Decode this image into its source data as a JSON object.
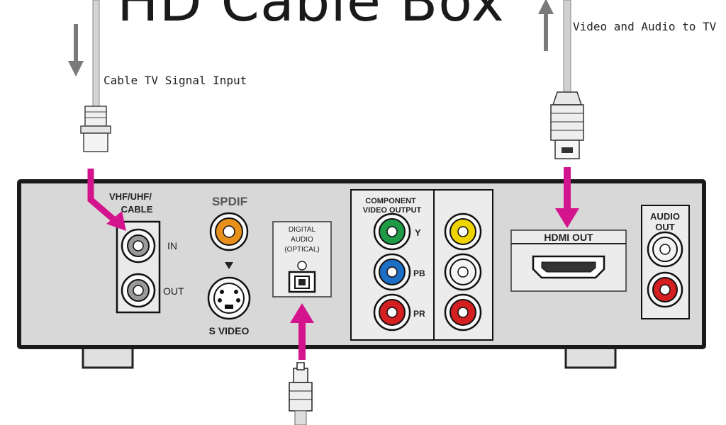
{
  "title": "HD Cable Box",
  "labels": {
    "cable_input": "Cable TV Signal Input",
    "video_audio": "Video and Audio to TV"
  },
  "panel": {
    "vhf_line1": "VHF/UHF/",
    "vhf_line2": "CABLE",
    "in": "IN",
    "out": "OUT",
    "spdif": "SPDIF",
    "svideo": "S VIDEO",
    "digital_line1": "DIGITAL",
    "digital_line2": "AUDIO",
    "digital_line3": "(OPTICAL)",
    "component_line1": "COMPONENT",
    "component_line2": "VIDEO OUTPUT",
    "y": "Y",
    "pb": "PB",
    "pr": "PR",
    "hdmi": "HDMI OUT",
    "audio_line1": "AUDIO",
    "audio_line2": "OUT"
  },
  "colors": {
    "arrow": "#d4148c",
    "panel": "#d8d8d8",
    "jack_orange": "#e8901c",
    "jack_green": "#1f9a45",
    "jack_blue": "#1c6fc4",
    "jack_red": "#d42020",
    "jack_yellow": "#f0d400",
    "jack_white": "#f4f4f4"
  }
}
